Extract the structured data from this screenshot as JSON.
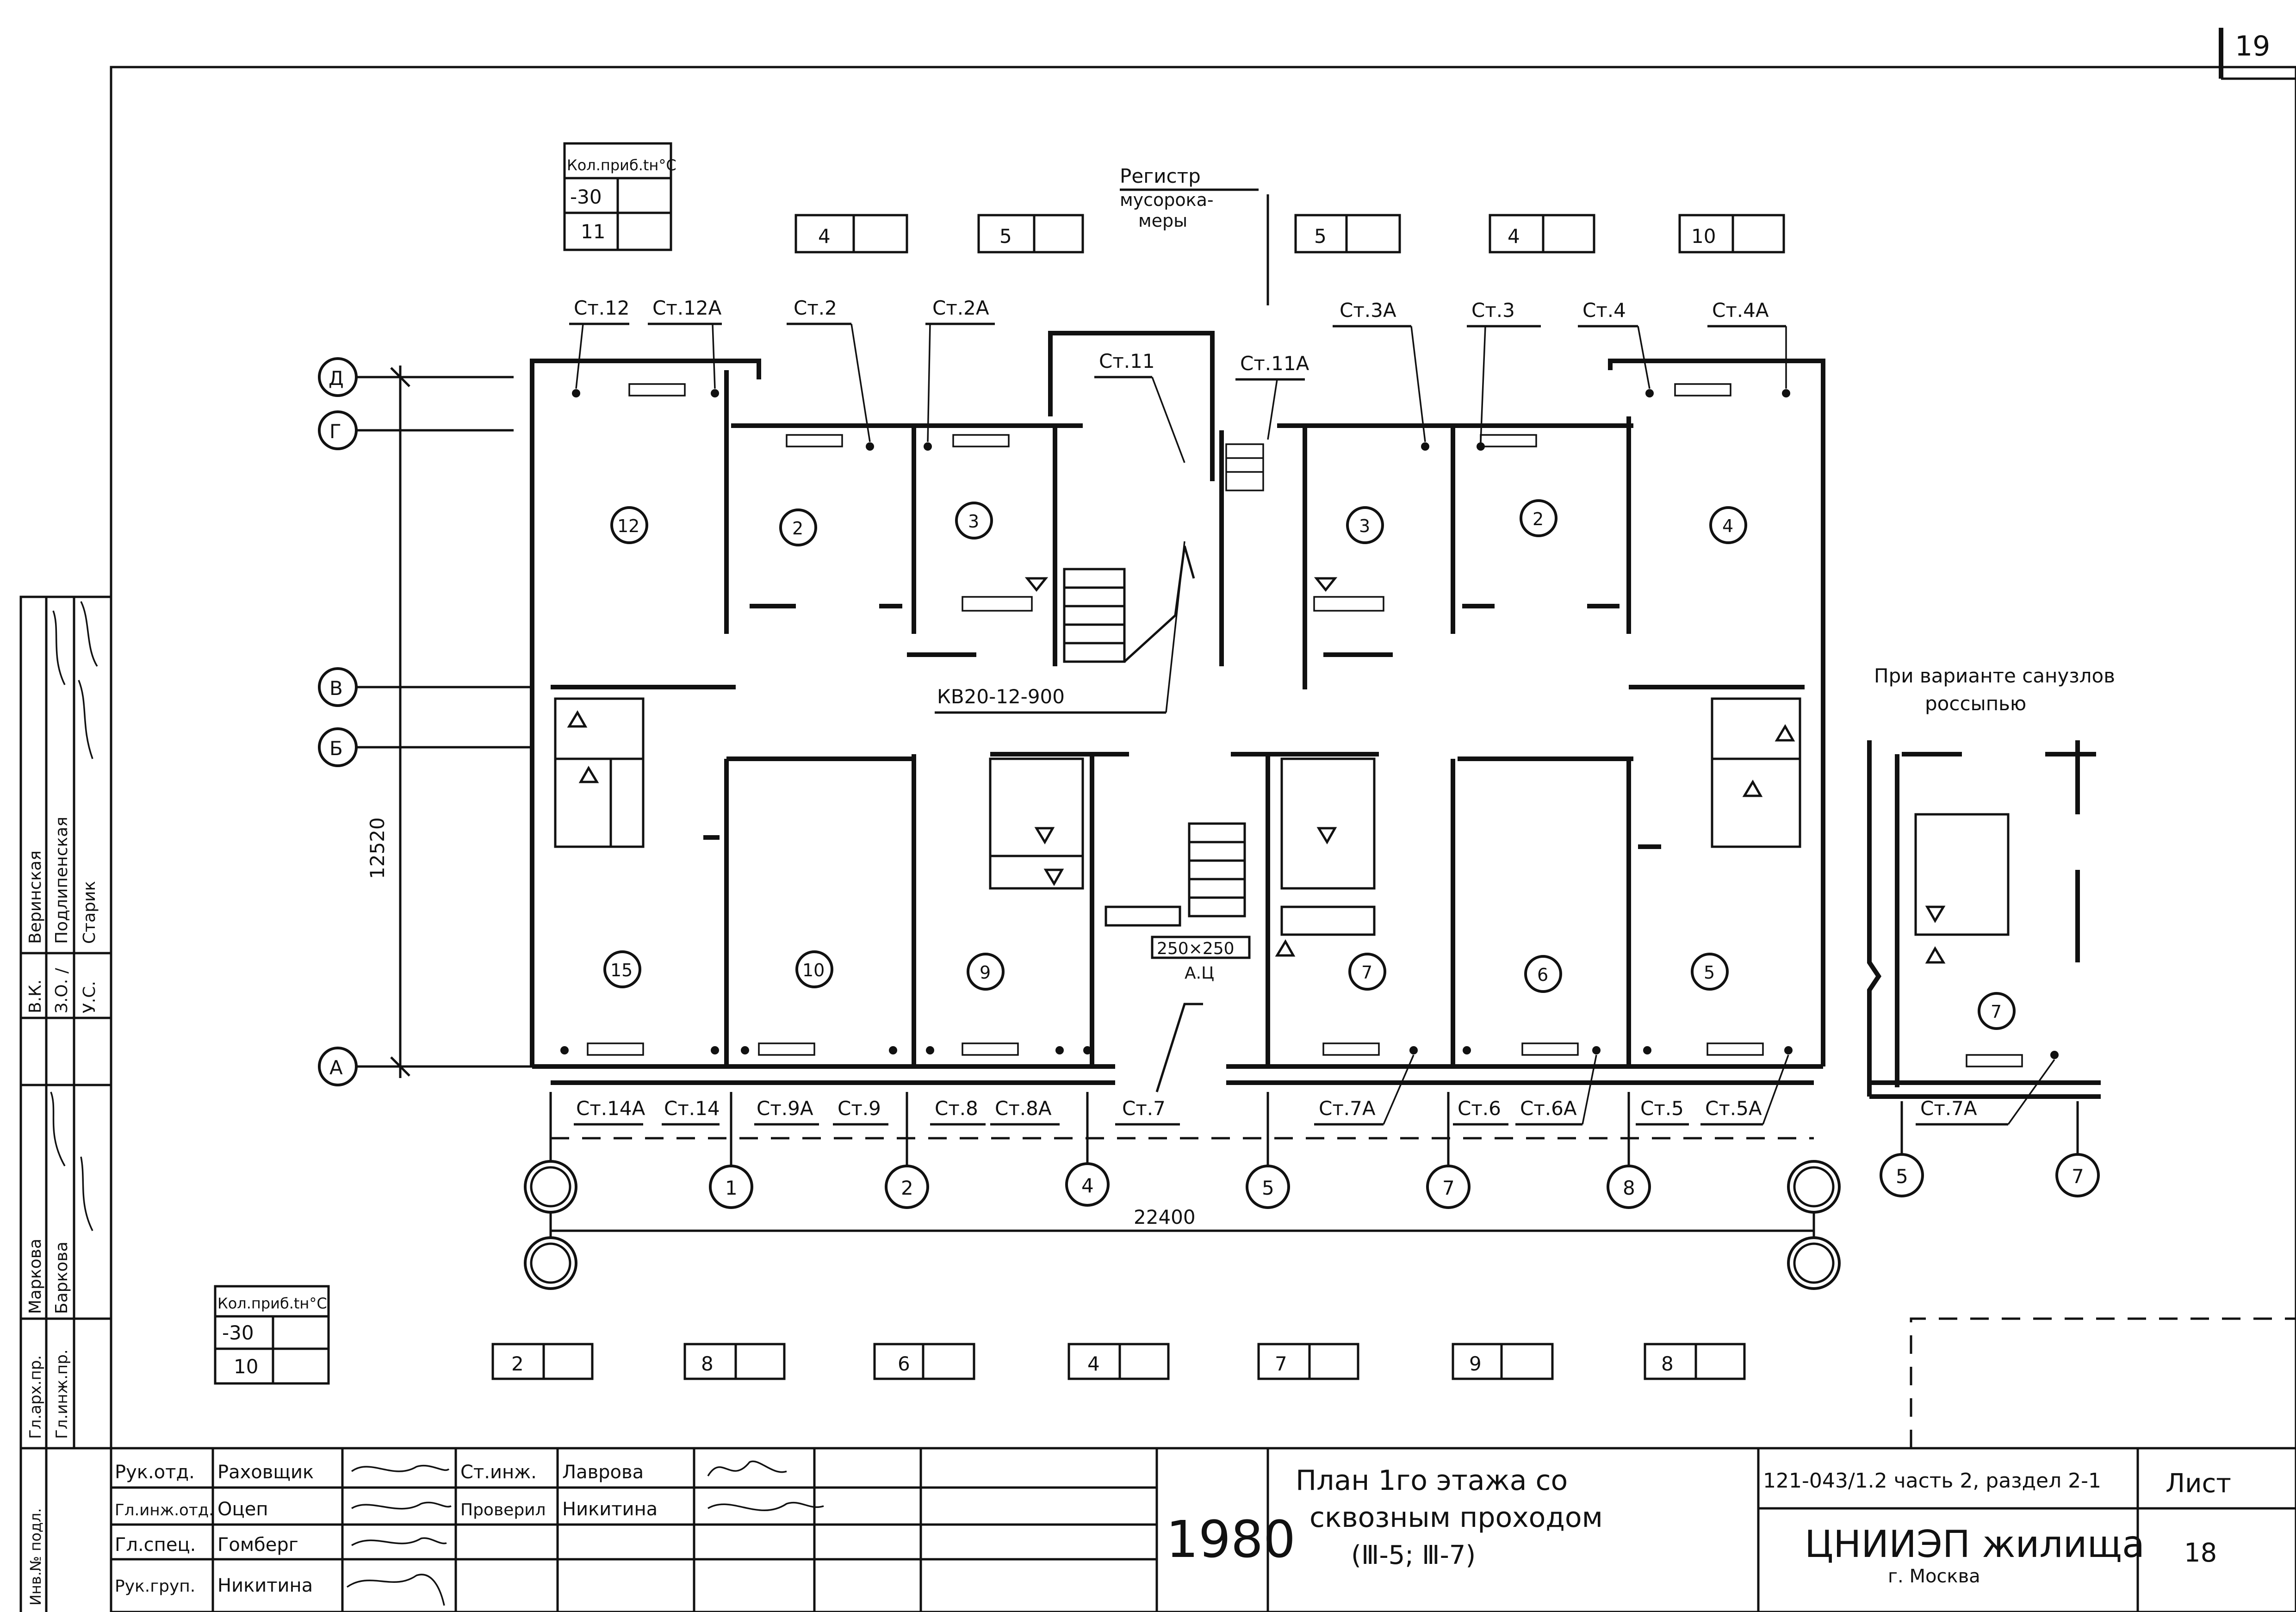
{
  "page_number": "19",
  "notes": {
    "register": "Регистр",
    "register_line2": "мусорока-",
    "register_line3": "меры",
    "variant_title": "При варианте санузлов",
    "variant_title2": "россыпью",
    "kv_label": "КВ20-12-900",
    "duct_size": "250×250",
    "duct_label": "А.Ц"
  },
  "climate_tables": {
    "top": {
      "header": "Кол.приб.tн°С",
      "row1": "-30",
      "row2": "11"
    },
    "bottom": {
      "header": "Кол.приб.tн°С",
      "row1": "-30",
      "row2": "10"
    }
  },
  "top_boxes": [
    "4",
    "5",
    "5",
    "4",
    "10"
  ],
  "bottom_boxes": [
    "2",
    "8",
    "6",
    "4",
    "7",
    "9",
    "8"
  ],
  "row_axes": [
    "Д",
    "Г",
    "В",
    "Б",
    "А"
  ],
  "column_axes": [
    "1",
    "2",
    "4",
    "5",
    "7",
    "8"
  ],
  "variant_axes": [
    "5",
    "7"
  ],
  "dimensions": {
    "overall_width": "22400",
    "overall_depth": "12520"
  },
  "risers_top": [
    "Ст.12",
    "Ст.12А",
    "Ст.2",
    "Ст.2А",
    "Ст.11",
    "Ст.11А",
    "Ст.3А",
    "Ст.3",
    "Ст.4",
    "Ст.4А"
  ],
  "risers_bottom": [
    "Ст.14А",
    "Ст.14",
    "Ст.9А",
    "Ст.9",
    "Ст.8",
    "Ст.8А",
    "Ст.7",
    "Ст.7А",
    "Ст.6",
    "Ст.6А",
    "Ст.5",
    "Ст.5А"
  ],
  "variant_riser": "Ст.7А",
  "room_numbers": [
    "12",
    "2",
    "3",
    "3",
    "2",
    "4",
    "15",
    "10",
    "9",
    "7",
    "6",
    "5",
    "7"
  ],
  "side_stamp": {
    "rows": [
      {
        "role": "В.К.",
        "name": "Веринская"
      },
      {
        "role": "З.О. /",
        "name": "Подлипенская"
      },
      {
        "role": "У.С.",
        "name": "Старик"
      },
      {
        "role": "Гл.арх.пр.",
        "name": "Маркова"
      },
      {
        "role": "Гл.инж.пр.",
        "name": "Баркова"
      }
    ],
    "inventory": "Инв.№ подл."
  },
  "title_block": {
    "people": [
      {
        "role": "Рук.отд.",
        "name": "Раховщик"
      },
      {
        "role": "Гл.инж.отд.",
        "name": "Оцеп"
      },
      {
        "role": "Гл.спец.",
        "name": "Гомберг"
      },
      {
        "role": "Рук.груп.",
        "name": "Никитина"
      }
    ],
    "people2": [
      {
        "role": "Ст.инж.",
        "name": "Лаврова"
      },
      {
        "role": "Проверил",
        "name": "Никитина"
      }
    ],
    "year": "1980",
    "title_line1": "План 1го этажа со",
    "title_line2": "сквозным проходом",
    "title_line3": "(Ⅲ-5; Ⅲ-7)",
    "doc_code": "121-043/1.2 часть 2, раздел 2-1",
    "org": "ЦНИИЭП жилища",
    "city": "г. Москва",
    "sheet_label": "Лист",
    "sheet_number": "18"
  }
}
